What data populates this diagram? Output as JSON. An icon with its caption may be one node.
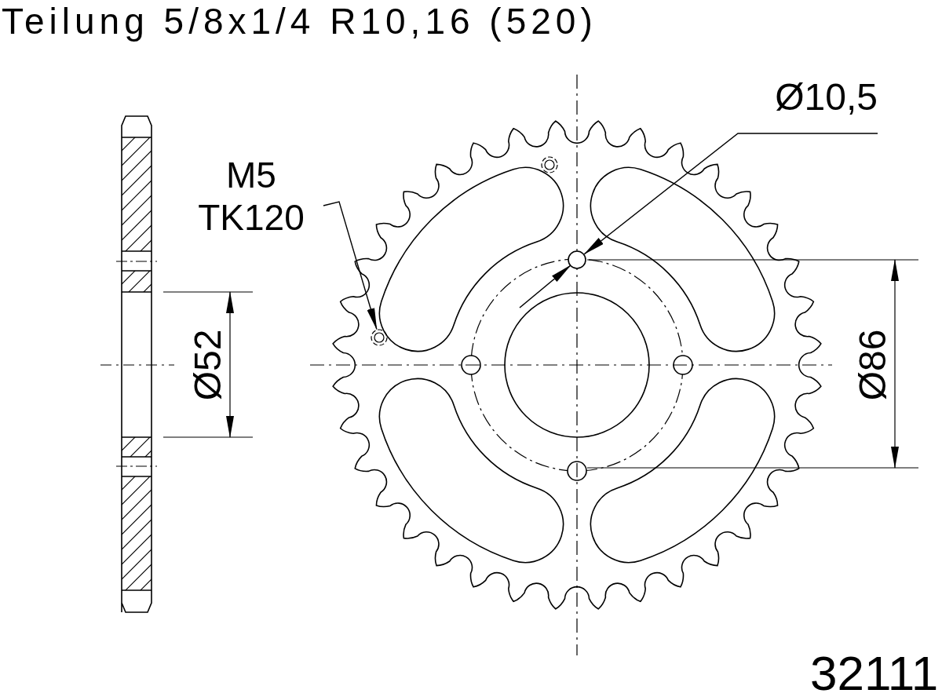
{
  "diagram": {
    "title": "Teilung 5/8x1/4 R10,16 (520)",
    "nodes": [
      {
        "text": [
          "M5",
          "TK120"
        ]
      },
      {
        "text": [],
        "shape": "circle"
      },
      {
        "text": [
          "Ø10,5"
        ]
      },
      {
        "text": [],
        "shape": "circle"
      }
    ],
    "edges": [
      {
        "from": 0,
        "to": 1,
        "arrow": "to"
      },
      {
        "from": 2,
        "to": 3,
        "arrow": "to"
      }
    ],
    "labels": [
      "Ø52",
      "Ø86",
      "32111"
    ]
  }
}
